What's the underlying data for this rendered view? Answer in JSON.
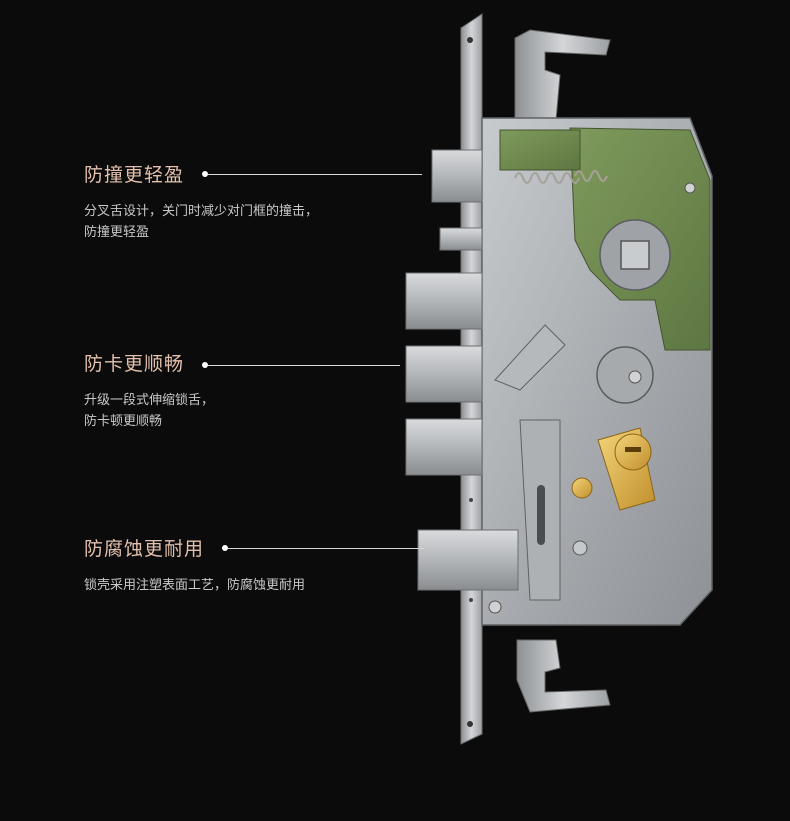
{
  "features": [
    {
      "title": "防撞更轻盈",
      "lines": [
        "分叉舌设计，关门时减少对门框的撞击，",
        "防撞更轻盈"
      ]
    },
    {
      "title": "防卡更顺畅",
      "lines": [
        "升级一段式伸缩锁舌，",
        "防卡顿更顺畅"
      ]
    },
    {
      "title": "防腐蚀更耐用",
      "lines": [
        "锁壳采用注塑表面工艺，防腐蚀更耐用"
      ]
    }
  ],
  "colors": {
    "background": "#0b0b0b",
    "title": "#e3c0ad",
    "description": "#c9c9c9",
    "steel": "#b9bcbf",
    "green_plate": "#6f8a4e",
    "brass": "#e2b64a"
  },
  "image": {
    "subject": "mortise-lock-body"
  }
}
